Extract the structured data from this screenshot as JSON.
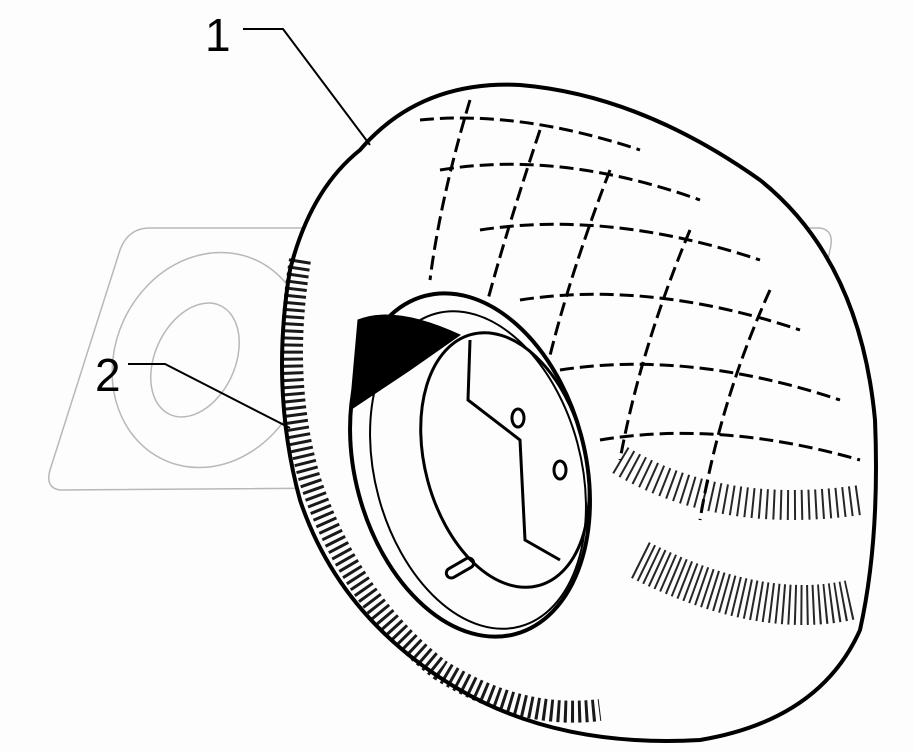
{
  "diagram": {
    "subject": "wheel-assembly",
    "callouts": [
      {
        "number": "1",
        "part": "tire"
      },
      {
        "number": "2",
        "part": "rim"
      }
    ],
    "watermark": "logo-watermark",
    "colors": {
      "background": "#fcfdfc",
      "ink": "#000000",
      "watermark": "#b8b8b8"
    }
  }
}
